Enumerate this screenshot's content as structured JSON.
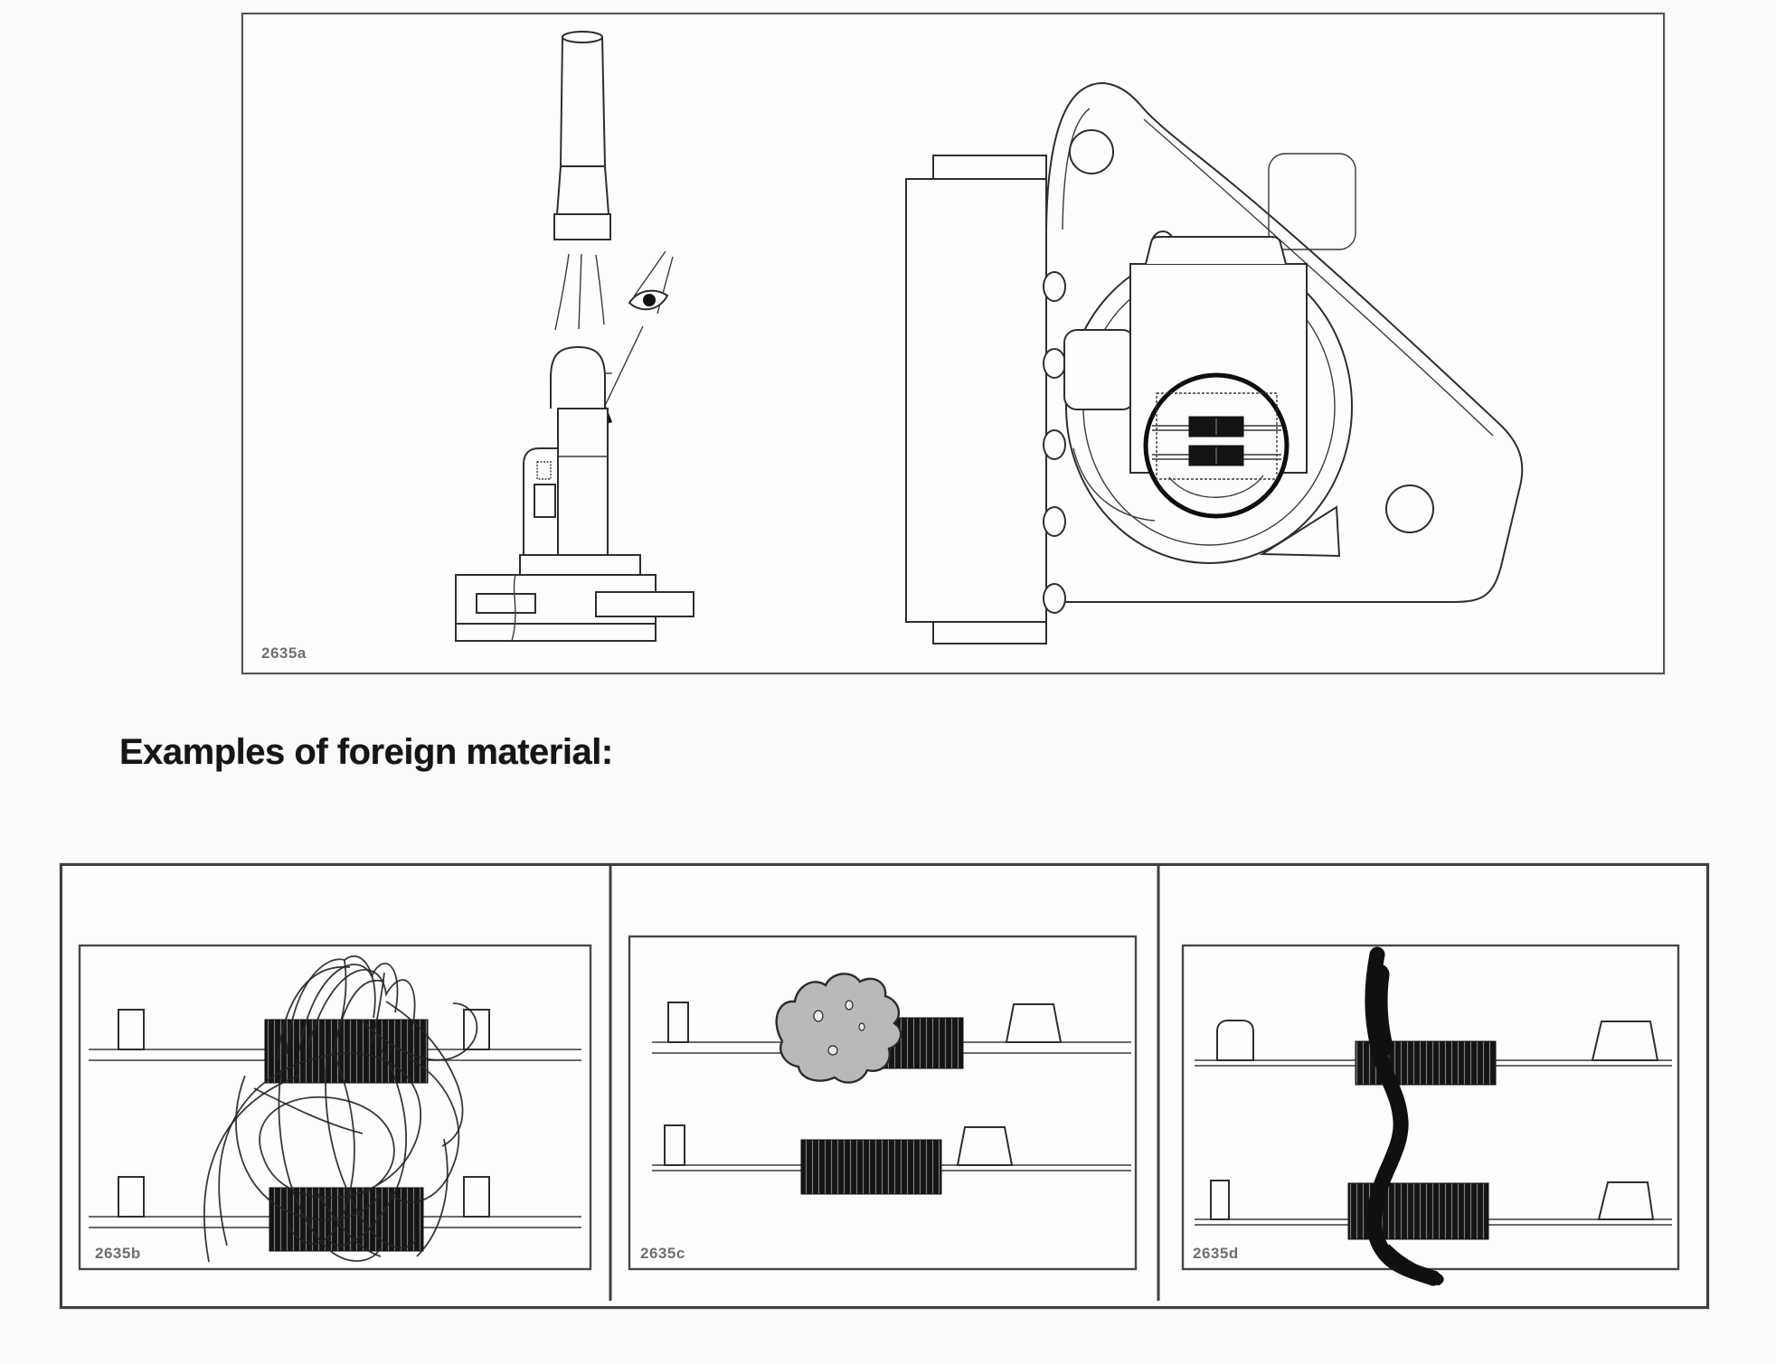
{
  "heading": {
    "text": "Examples of foreign material:"
  },
  "figures": {
    "top": {
      "label": "2635a",
      "name": "maf-sensor-visual-inspection-diagram"
    },
    "bottom": [
      {
        "label": "2635b",
        "name": "foreign-material-tangled-fibers"
      },
      {
        "label": "2635c",
        "name": "foreign-material-debris-clump"
      },
      {
        "label": "2635d",
        "name": "foreign-material-leaf-twig"
      }
    ]
  },
  "icons": {
    "flashlight": "flashlight-icon",
    "eye": "eye-icon",
    "arrow": "pointer-arrow-icon",
    "magnifier": "detail-circle",
    "coil": "hot-wire-element"
  },
  "colors": {
    "paper": "#fbfbf9",
    "panel": "#fdfdfc",
    "line": "#2e2e2e",
    "border": "#3f3f3f",
    "coil_fill": "#141414",
    "debris_gray": "#b9b9b9",
    "label_text": "#56565a"
  }
}
